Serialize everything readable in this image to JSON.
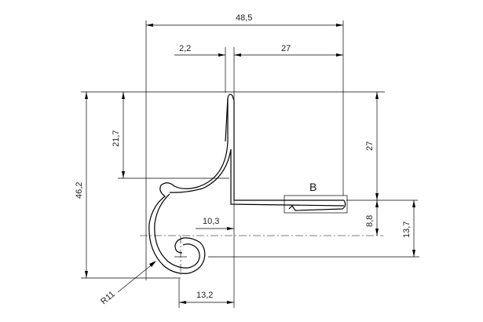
{
  "dimensions": {
    "overall_width": "48,5",
    "wall_thickness": "2,2",
    "flange_width": "27",
    "overall_height": "46,2",
    "upper_height": "21,7",
    "right_height": "27",
    "flange_to_center": "8,8",
    "center_to_top": "13,7",
    "hook_offset": "10,3",
    "hook_width": "13,2",
    "radius": "R11"
  },
  "detail_label": "B"
}
